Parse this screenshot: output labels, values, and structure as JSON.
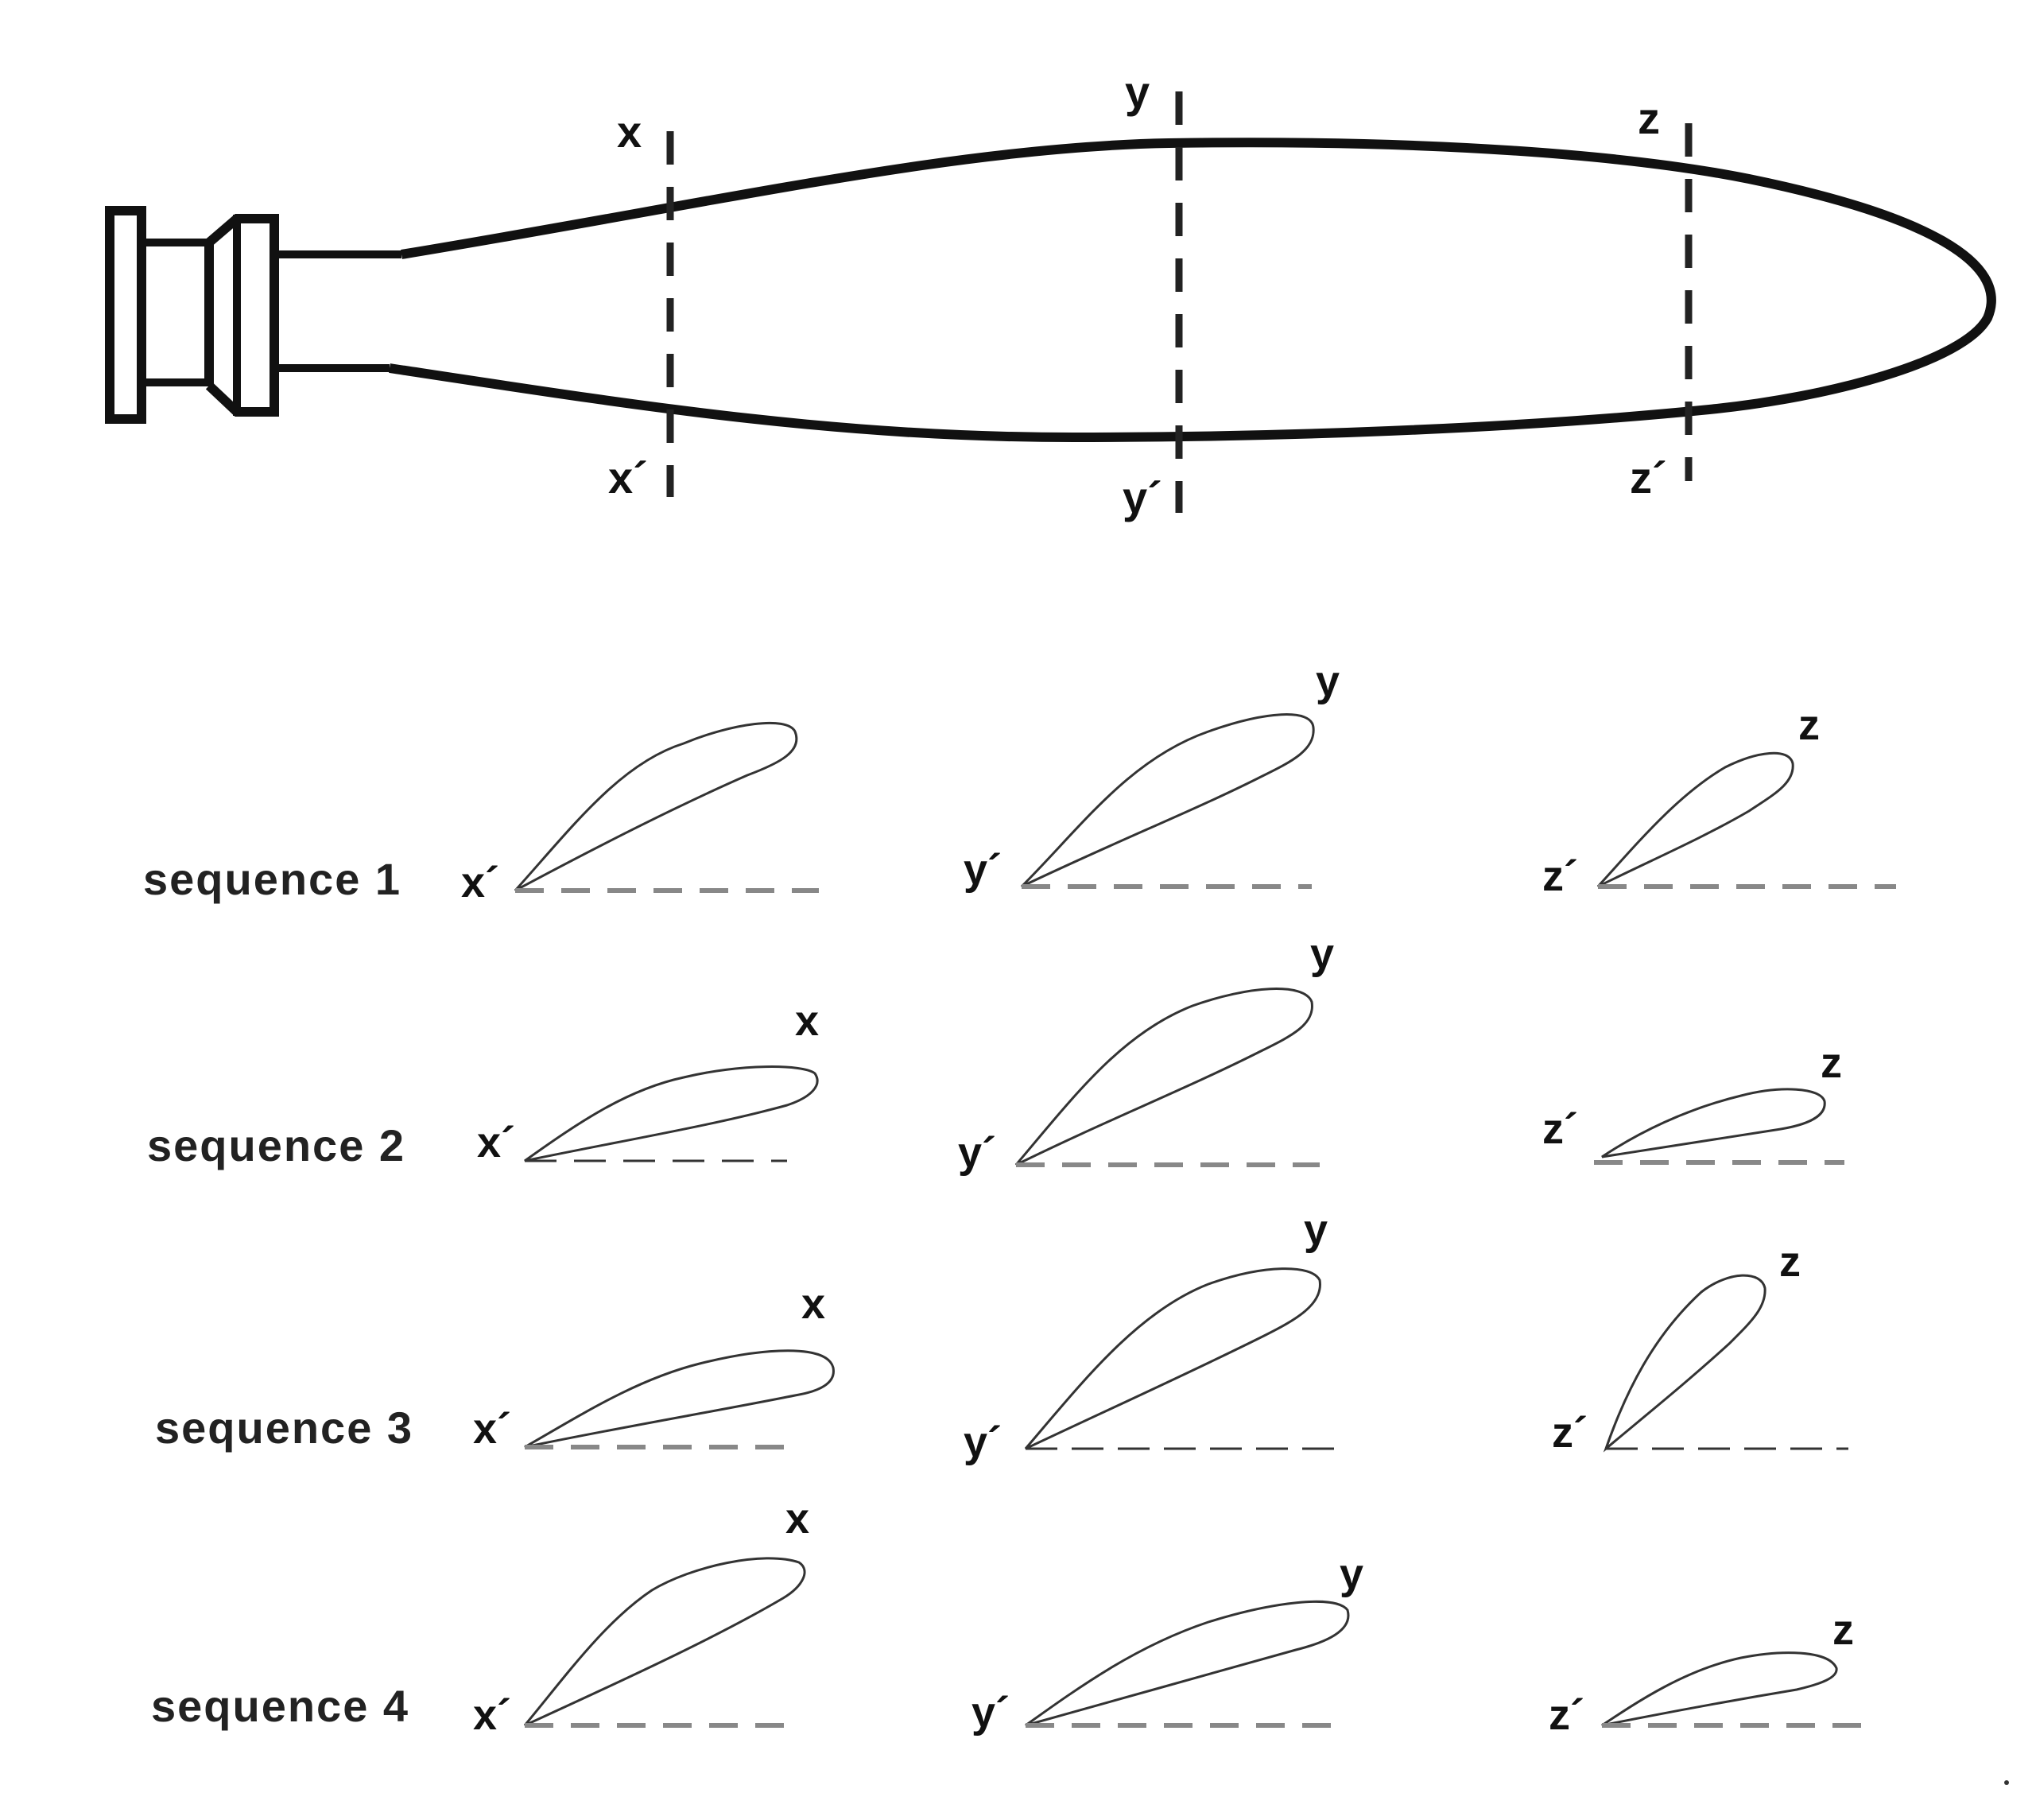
{
  "top_diagram": {
    "section_labels": {
      "x_top": "x",
      "x_bottom": "x´",
      "y_top": "y",
      "y_bottom": "y´",
      "z_top": "z",
      "z_bottom": "z´"
    }
  },
  "sequences": [
    {
      "label": "sequence 1",
      "x": {
        "top": "",
        "base": "x´"
      },
      "y": {
        "top": "y",
        "base": "y´"
      },
      "z": {
        "top": "z",
        "base": "z´"
      }
    },
    {
      "label": "sequence 2",
      "x": {
        "top": "x",
        "base": "x´"
      },
      "y": {
        "top": "y",
        "base": "y´"
      },
      "z": {
        "top": "z",
        "base": "z´"
      }
    },
    {
      "label": "sequence 3",
      "x": {
        "top": "x",
        "base": "x´"
      },
      "y": {
        "top": "y",
        "base": "y´"
      },
      "z": {
        "top": "z",
        "base": "z´"
      }
    },
    {
      "label": "sequence 4",
      "x": {
        "top": "x",
        "base": "x´"
      },
      "y": {
        "top": "y",
        "base": "y´"
      },
      "z": {
        "top": "z",
        "base": "z´"
      }
    }
  ],
  "colors": {
    "outline": "#111111",
    "dashed_line": "#888888",
    "lobe": "#333333"
  }
}
